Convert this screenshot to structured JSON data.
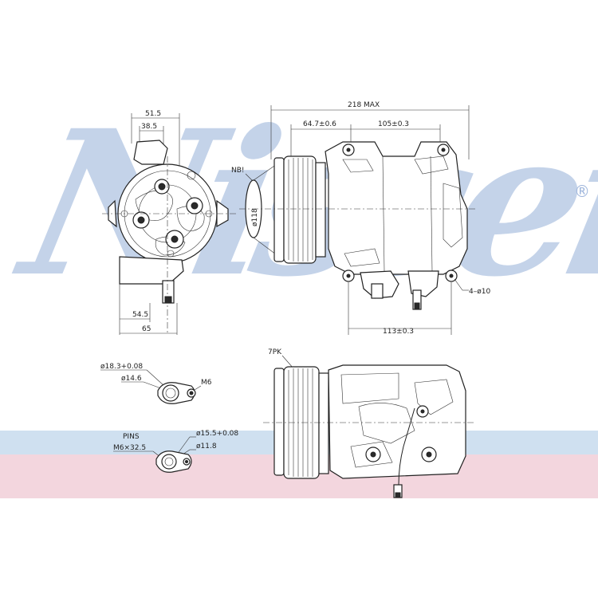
{
  "watermark": {
    "brand": "Nissens",
    "registered_mark": "®"
  },
  "front_view": {
    "width_outer": "51.5",
    "width_inner": "38.5",
    "bottom_inner": "54.5",
    "bottom_outer": "65"
  },
  "side_view": {
    "max_length": "218 MAX",
    "pulley_offset": "64.7±0.6",
    "mount_spacing": "105±0.3",
    "note": "NB!",
    "pulley_diameter": "ø118",
    "mount_holes": "4–ø10",
    "mount_spacing_lower": "113±0.3"
  },
  "port_a": {
    "outer": "ø18.3+0.08",
    "inner": "ø14.6",
    "thread": "M6"
  },
  "port_b": {
    "pins_label": "PINS",
    "pins_spec": "M6×32.5",
    "outer": "ø15.5+0.08",
    "inner": "ø11.8"
  },
  "belt_view": {
    "belt": "7PK"
  }
}
